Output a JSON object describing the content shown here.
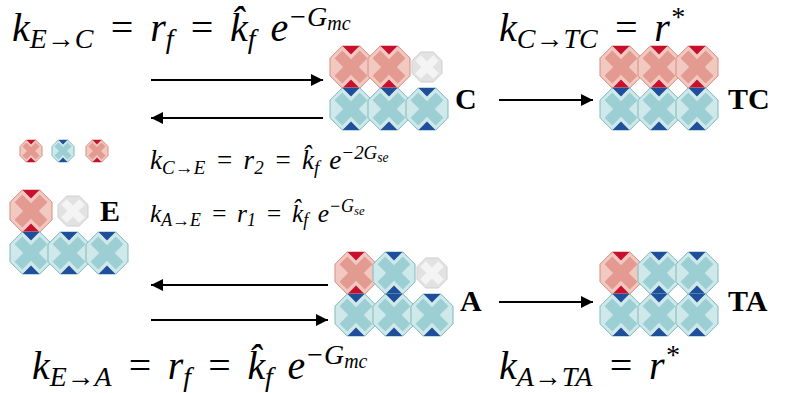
{
  "diagram": {
    "nodes": [
      {
        "text": [
          "E"
        ]
      },
      {
        "text": [
          "C"
        ]
      },
      {
        "text": [
          "TC"
        ]
      },
      {
        "text": [
          "A"
        ]
      },
      {
        "text": [
          "TA"
        ]
      }
    ],
    "edges": [
      {
        "from": 0,
        "to": 1,
        "arrow": "to",
        "label": "kE→C = rf = k̂f e−Gmc"
      },
      {
        "from": 1,
        "to": 0,
        "arrow": "to",
        "label": "kC→E = r2 = k̂f e−2Gse"
      },
      {
        "from": 1,
        "to": 2,
        "arrow": "to",
        "label": "kC→TC = r*"
      },
      {
        "from": 3,
        "to": 0,
        "arrow": "to",
        "label": "kA→E = r1 = k̂f e−Gse"
      },
      {
        "from": 0,
        "to": 3,
        "arrow": "to",
        "label": "kE→A = rf = k̂f e−Gmc"
      },
      {
        "from": 3,
        "to": 4,
        "arrow": "to",
        "label": "kA→TA = r*"
      }
    ]
  }
}
